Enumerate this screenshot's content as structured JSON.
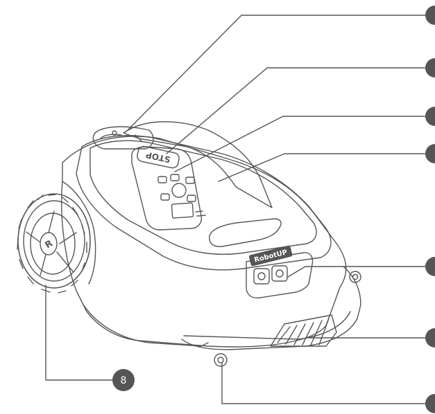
{
  "diagram": {
    "subject": "robotic-lawn-mower",
    "line_color": "#555555",
    "callout_fill": "#555555",
    "callout_text_color": "#ffffff",
    "brand_label": "RobotUP",
    "stop_label": "STOP",
    "wheel_hub_label": "R",
    "callouts": [
      {
        "number": "8"
      }
    ]
  }
}
